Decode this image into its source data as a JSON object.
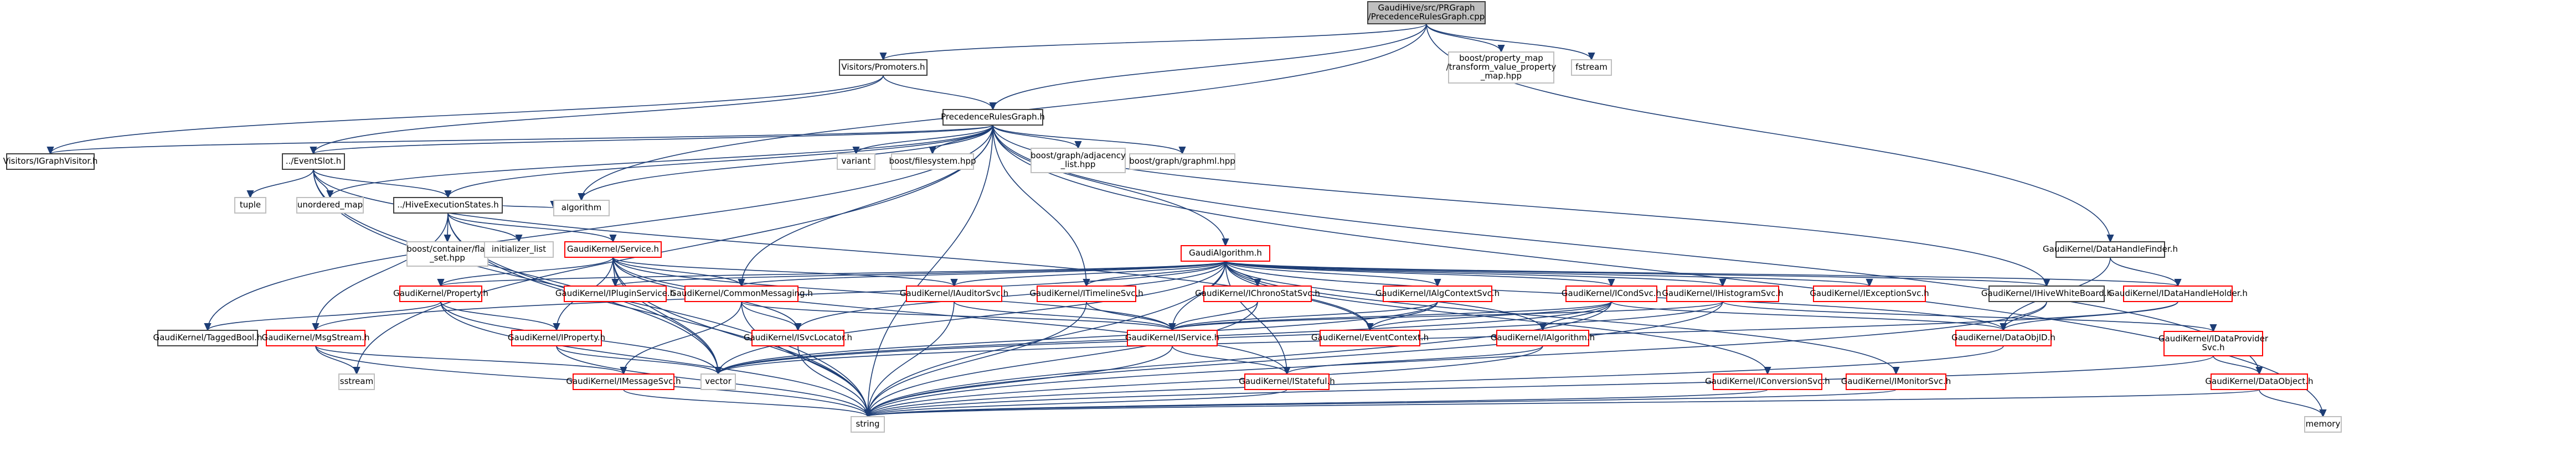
{
  "colors": {
    "edge": "#1d3d75",
    "root_fill": "#bfbfbf",
    "root_stroke": "#404040",
    "documented_stroke": "#404040",
    "missing_stroke": "#ff0000",
    "external_stroke": "#bfbfbf",
    "fill": "#ffffff"
  },
  "nodes": [
    {
      "id": "root",
      "kind": "root",
      "lines": [
        "GaudiHive/src/PRGraph",
        "/PrecedenceRulesGraph.cpp"
      ]
    },
    {
      "id": "visprom",
      "kind": "doc",
      "lines": [
        "Visitors/Promoters.h"
      ]
    },
    {
      "id": "bpm",
      "kind": "ext",
      "lines": [
        "boost/property_map",
        "/transform_value_property",
        "_map.hpp"
      ]
    },
    {
      "id": "fstream",
      "kind": "ext",
      "lines": [
        "fstream"
      ]
    },
    {
      "id": "prg",
      "kind": "doc",
      "lines": [
        "PrecedenceRulesGraph.h"
      ]
    },
    {
      "id": "visgraph",
      "kind": "doc",
      "lines": [
        "Visitors/IGraphVisitor.h"
      ]
    },
    {
      "id": "eventslot",
      "kind": "doc",
      "lines": [
        "../EventSlot.h"
      ]
    },
    {
      "id": "variant",
      "kind": "ext",
      "lines": [
        "variant"
      ]
    },
    {
      "id": "bfs",
      "kind": "ext",
      "lines": [
        "boost/filesystem.hpp"
      ]
    },
    {
      "id": "badj",
      "kind": "ext",
      "lines": [
        "boost/graph/adjacency",
        "_list.hpp"
      ]
    },
    {
      "id": "bgml",
      "kind": "ext",
      "lines": [
        "boost/graph/graphml.hpp"
      ]
    },
    {
      "id": "tuple",
      "kind": "ext",
      "lines": [
        "tuple"
      ]
    },
    {
      "id": "umap",
      "kind": "ext",
      "lines": [
        "unordered_map"
      ]
    },
    {
      "id": "hes",
      "kind": "doc",
      "lines": [
        "../HiveExecutionStates.h"
      ]
    },
    {
      "id": "bcfs",
      "kind": "ext",
      "lines": [
        "boost/container/flat",
        "_set.hpp"
      ]
    },
    {
      "id": "initlist",
      "kind": "ext",
      "lines": [
        "initializer_list"
      ]
    },
    {
      "id": "algorithm",
      "kind": "ext",
      "lines": [
        "algorithm"
      ]
    },
    {
      "id": "dhf",
      "kind": "doc",
      "lines": [
        "GaudiKernel/DataHandleFinder.h"
      ]
    },
    {
      "id": "idhh",
      "kind": "miss",
      "lines": [
        "GaudiKernel/IDataHandleHolder.h"
      ]
    },
    {
      "id": "idp",
      "kind": "miss",
      "lines": [
        "GaudiKernel/IDataProvider",
        "Svc.h"
      ]
    },
    {
      "id": "dataobj",
      "kind": "miss",
      "lines": [
        "GaudiKernel/DataObject.h"
      ]
    },
    {
      "id": "memory",
      "kind": "ext",
      "lines": [
        "memory"
      ]
    },
    {
      "id": "gaudialg",
      "kind": "miss",
      "lines": [
        "GaudiAlgorithm.h"
      ]
    },
    {
      "id": "service",
      "kind": "miss",
      "lines": [
        "GaudiKernel/Service.h"
      ]
    },
    {
      "id": "property",
      "kind": "miss",
      "lines": [
        "GaudiKernel/Property.h"
      ]
    },
    {
      "id": "tagbool",
      "kind": "doc",
      "lines": [
        "GaudiKernel/TaggedBool.h"
      ]
    },
    {
      "id": "msgstream",
      "kind": "miss",
      "lines": [
        "GaudiKernel/MsgStream.h"
      ]
    },
    {
      "id": "iproperty",
      "kind": "miss",
      "lines": [
        "GaudiKernel/IProperty.h"
      ]
    },
    {
      "id": "iplugin",
      "kind": "miss",
      "lines": [
        "GaudiKernel/IPluginService.h"
      ]
    },
    {
      "id": "commsg",
      "kind": "miss",
      "lines": [
        "GaudiKernel/CommonMessaging.h"
      ]
    },
    {
      "id": "isvcloc",
      "kind": "miss",
      "lines": [
        "GaudiKernel/ISvcLocator.h"
      ]
    },
    {
      "id": "imsgsvc",
      "kind": "miss",
      "lines": [
        "GaudiKernel/IMessageSvc.h"
      ]
    },
    {
      "id": "iauditor",
      "kind": "miss",
      "lines": [
        "GaudiKernel/IAuditorSvc.h"
      ]
    },
    {
      "id": "itimeline",
      "kind": "miss",
      "lines": [
        "GaudiKernel/ITimelineSvc.h"
      ]
    },
    {
      "id": "ichrono",
      "kind": "miss",
      "lines": [
        "GaudiKernel/IChronoStatSvc.h"
      ]
    },
    {
      "id": "iservice",
      "kind": "miss",
      "lines": [
        "GaudiKernel/IService.h"
      ]
    },
    {
      "id": "istateful",
      "kind": "miss",
      "lines": [
        "GaudiKernel/IStateful.h"
      ]
    },
    {
      "id": "ialgctx",
      "kind": "miss",
      "lines": [
        "GaudiKernel/IAlgContextSvc.h"
      ]
    },
    {
      "id": "eventctx",
      "kind": "miss",
      "lines": [
        "GaudiKernel/EventContext.h"
      ]
    },
    {
      "id": "icondsvc",
      "kind": "miss",
      "lines": [
        "GaudiKernel/ICondSvc.h"
      ]
    },
    {
      "id": "ialgorithm",
      "kind": "miss",
      "lines": [
        "GaudiKernel/IAlgorithm.h"
      ]
    },
    {
      "id": "ihisto",
      "kind": "miss",
      "lines": [
        "GaudiKernel/IHistogramSvc.h"
      ]
    },
    {
      "id": "iexcept",
      "kind": "miss",
      "lines": [
        "GaudiKernel/IExceptionSvc.h"
      ]
    },
    {
      "id": "ihwb",
      "kind": "doc",
      "lines": [
        "GaudiKernel/IHiveWhiteBoard.h"
      ]
    },
    {
      "id": "dataobjid",
      "kind": "miss",
      "lines": [
        "GaudiKernel/DataObjID.h"
      ]
    },
    {
      "id": "iconv",
      "kind": "miss",
      "lines": [
        "GaudiKernel/IConversionSvc.h"
      ]
    },
    {
      "id": "imon",
      "kind": "miss",
      "lines": [
        "GaudiKernel/IMonitorSvc.h"
      ]
    },
    {
      "id": "sstream",
      "kind": "ext",
      "lines": [
        "sstream"
      ]
    },
    {
      "id": "vector",
      "kind": "ext",
      "lines": [
        "vector"
      ]
    },
    {
      "id": "string",
      "kind": "ext",
      "lines": [
        "string"
      ]
    }
  ]
}
